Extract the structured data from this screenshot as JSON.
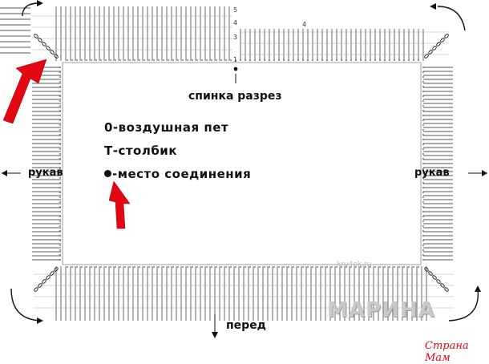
{
  "legend": {
    "chain": "0-воздушная пет",
    "stitch": "Т-столбик",
    "join": "-место соединения"
  },
  "labels": {
    "back": "спинка разрез",
    "front": "перед",
    "sleeve_left": "рукав",
    "sleeve_right": "рукав"
  },
  "row_numbers": {
    "row5": "5",
    "row4": "4",
    "row3": "3",
    "row1": "1",
    "row4_right": "4"
  },
  "watermarks": {
    "author": "МАРИНА",
    "site_url": "kru4ok.ru",
    "site_name": "Страна Мам"
  },
  "colors": {
    "arrow_red": "#e30613",
    "ink": "#111111",
    "stitch_gray": "#555555"
  }
}
